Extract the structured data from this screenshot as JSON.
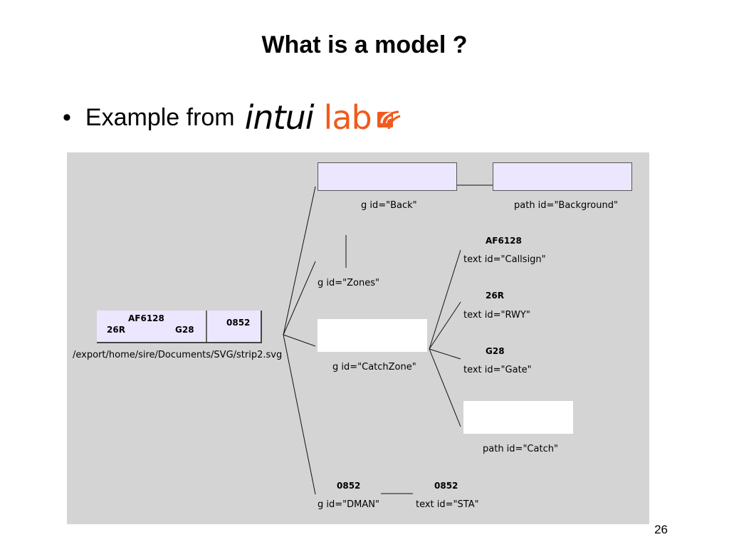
{
  "slide": {
    "title": "What is a model ?",
    "bullet": "Example from",
    "logo": {
      "text_dark": "intui",
      "text_orange": "lab",
      "mark": "intuilab-mark-icon"
    },
    "page_number": "26"
  },
  "colors": {
    "panel_bg": "#d4d4d4",
    "box_lavender": "#ece6ff",
    "logo_orange": "#f05a1e"
  },
  "diagram": {
    "strip": {
      "callsign": "AF6128",
      "rwy": "26R",
      "gate": "G28",
      "sta": "0852",
      "path": "/export/home/sire/Documents/SVG/strip2.svg"
    },
    "nodes": {
      "back": "g id=\"Back\"",
      "background": "path id=\"Background\"",
      "zones": "g id=\"Zones\"",
      "catchzone": "g id=\"CatchZone\"",
      "callsign_val": "AF6128",
      "callsign": "text id=\"Callsign\"",
      "rwy_val": "26R",
      "rwy": "text id=\"RWY\"",
      "gate_val": "G28",
      "gate": "text id=\"Gate\"",
      "catch": "path id=\"Catch\"",
      "dman_val": "0852",
      "dman": "g id=\"DMAN\"",
      "sta_val": "0852",
      "sta": "text id=\"STA\""
    }
  }
}
